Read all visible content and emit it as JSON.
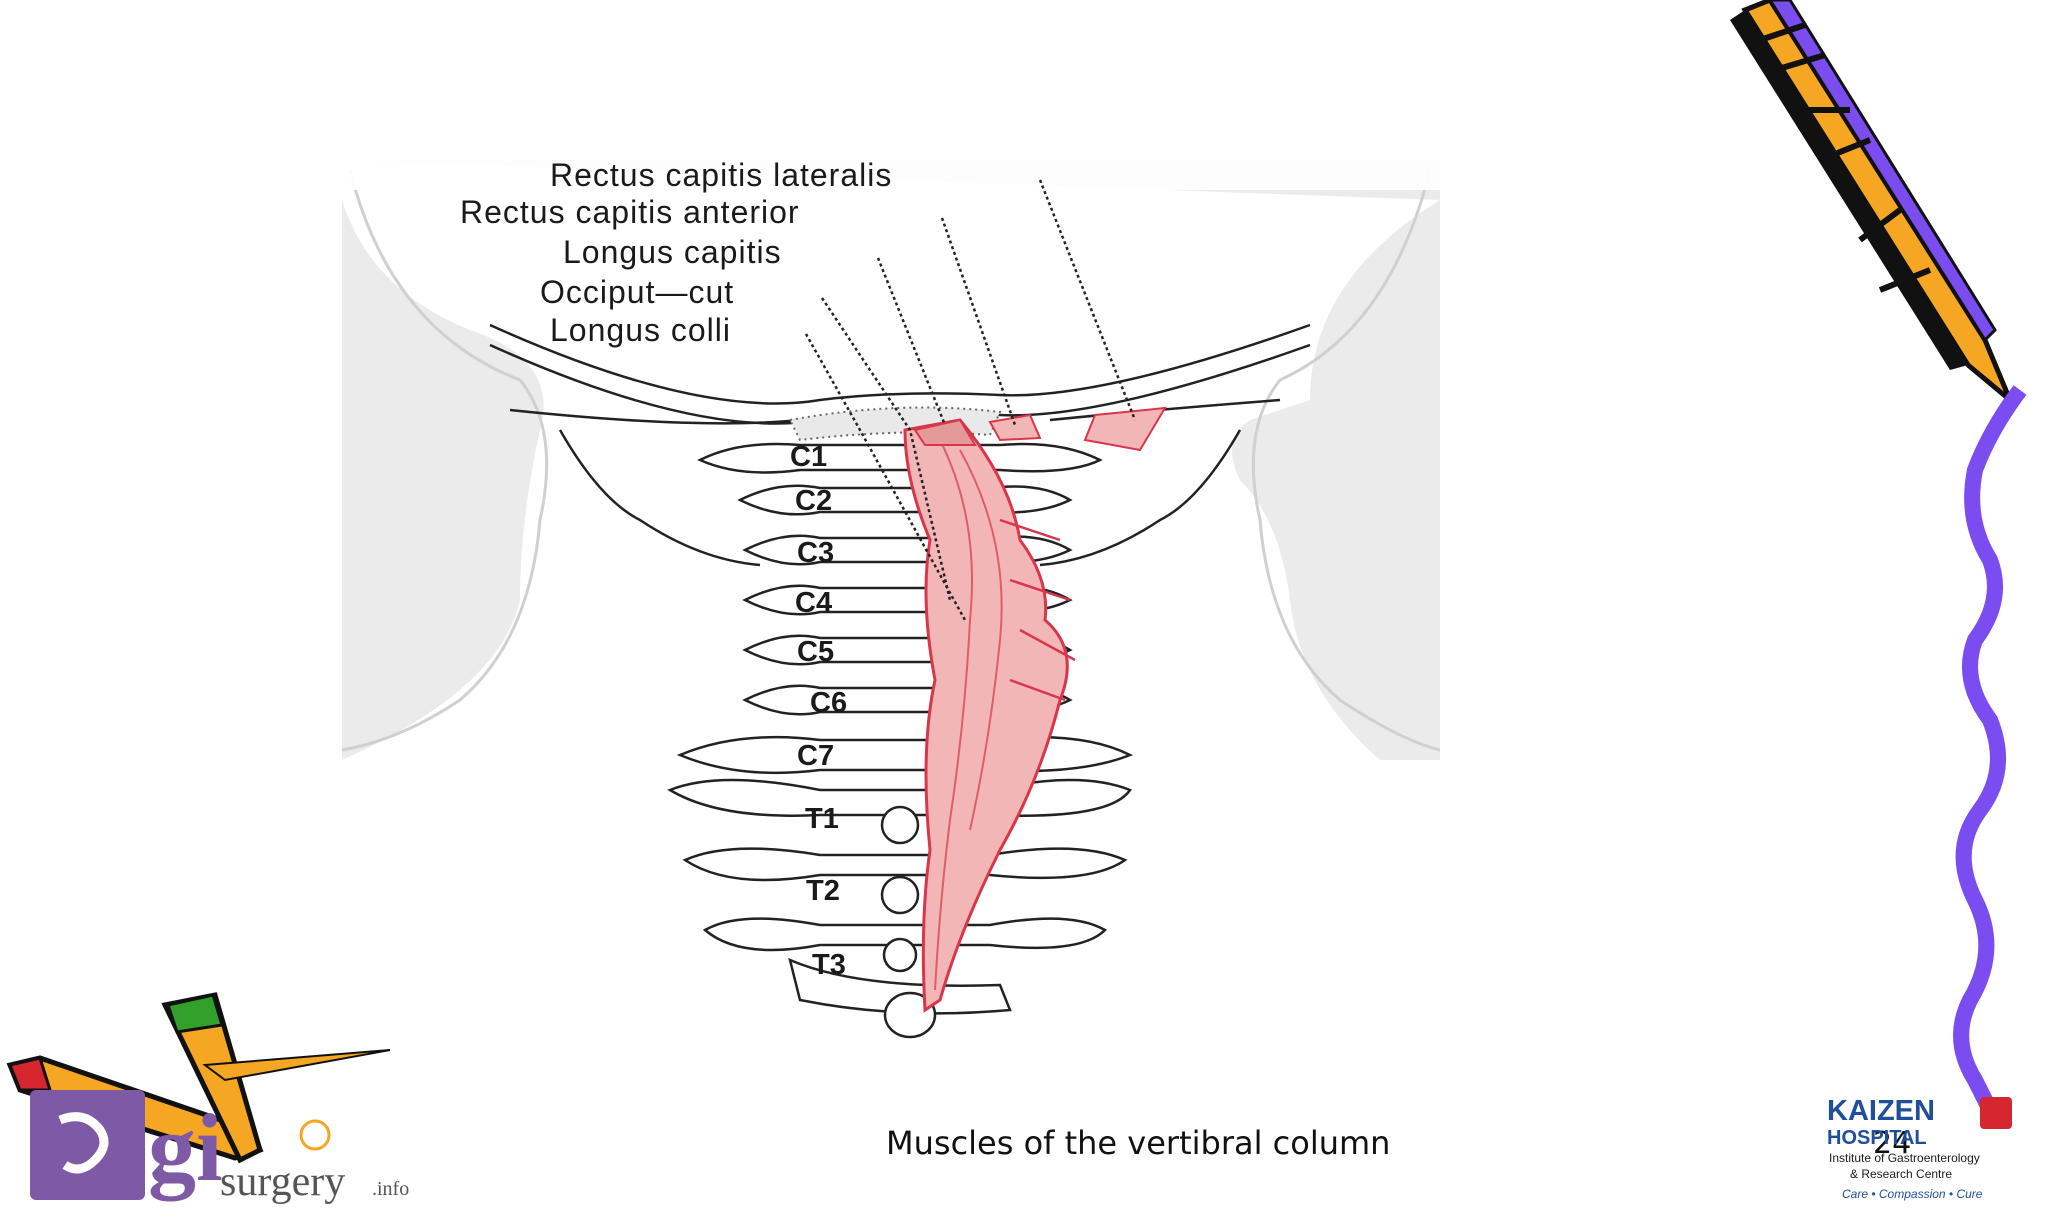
{
  "slide": {
    "caption": "Muscles of the vertibral column",
    "slide_number": "24"
  },
  "diagram": {
    "labels": [
      "Rectus capitis lateralis",
      "Rectus capitis anterior",
      "Longus capitis",
      "Occiput—cut",
      "Longus colli"
    ],
    "vertebrae": [
      "C1",
      "C2",
      "C3",
      "C4",
      "C5",
      "C6",
      "C7",
      "T1",
      "T2",
      "T3"
    ]
  },
  "logos": {
    "gi_surgery": {
      "mark": "gi",
      "word": "surgery",
      "suffix": ".info"
    },
    "kaizen": {
      "name_line1": "KAIZEN",
      "name_line2": "HOSPITAL",
      "subtitle1": "Institute of Gastroenterology",
      "subtitle2": "& Research Centre",
      "tagline": "Care • Compassion • Cure"
    }
  },
  "colors": {
    "muscle_fill": "#f3b6b6",
    "muscle_stroke": "#d8364a",
    "neck_shade": "#ececec",
    "pencil_yellow": "#f5a623",
    "squiggle_purple": "#7b4cf0",
    "kaizen_blue": "#1f4e9c",
    "kaizen_red": "#d6262f",
    "gi_purple": "#7e5aa6"
  }
}
